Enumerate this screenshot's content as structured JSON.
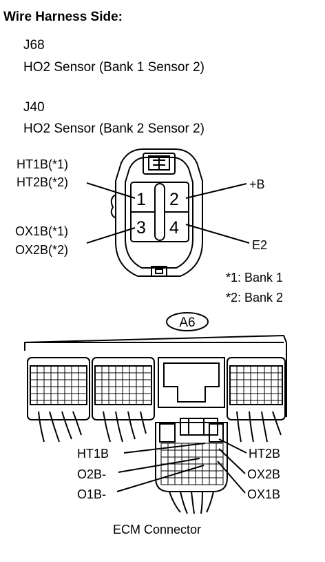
{
  "header": {
    "title": "Wire Harness Side:"
  },
  "connectors": [
    {
      "code": "J68",
      "name": "HO2 Sensor (Bank 1 Sensor 2)"
    },
    {
      "code": "J40",
      "name": "HO2 Sensor (Bank 2 Sensor 2)"
    }
  ],
  "sensor_connector": {
    "pins": [
      "1",
      "2",
      "3",
      "4"
    ],
    "labels": {
      "pin1_a": "HT1B(*1)",
      "pin1_b": "HT2B(*2)",
      "pin2": "+B",
      "pin3_a": "OX1B(*1)",
      "pin3_b": "OX2B(*2)",
      "pin4": "E2"
    }
  },
  "notes": {
    "bank1": "*1: Bank 1",
    "bank2": "*2: Bank 2"
  },
  "ecm": {
    "connector_id": "A6",
    "left_labels": [
      "HT1B",
      "O2B-",
      "O1B-"
    ],
    "right_labels": [
      "HT2B",
      "OX2B",
      "OX1B"
    ],
    "caption": "ECM Connector"
  }
}
